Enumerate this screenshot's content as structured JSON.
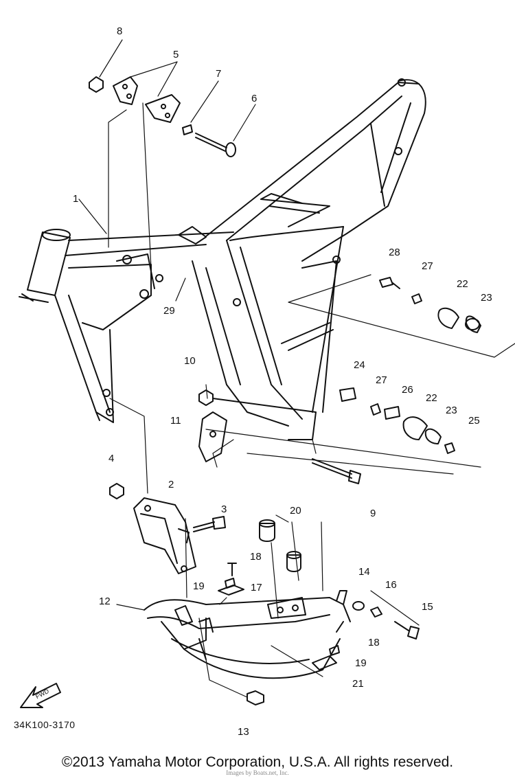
{
  "diagram": {
    "drawing_code": "34K100-3170",
    "fwd_label": "FWD",
    "labels": [
      {
        "id": "label-8",
        "text": "8"
      },
      {
        "id": "label-5",
        "text": "5"
      },
      {
        "id": "label-7",
        "text": "7"
      },
      {
        "id": "label-6",
        "text": "6"
      },
      {
        "id": "label-1",
        "text": "1"
      },
      {
        "id": "label-29",
        "text": "29"
      },
      {
        "id": "label-28",
        "text": "28"
      },
      {
        "id": "label-27a",
        "text": "27"
      },
      {
        "id": "label-22a",
        "text": "22"
      },
      {
        "id": "label-23a",
        "text": "23"
      },
      {
        "id": "label-24",
        "text": "24"
      },
      {
        "id": "label-27b",
        "text": "27"
      },
      {
        "id": "label-26",
        "text": "26"
      },
      {
        "id": "label-22b",
        "text": "22"
      },
      {
        "id": "label-23b",
        "text": "23"
      },
      {
        "id": "label-25",
        "text": "25"
      },
      {
        "id": "label-10",
        "text": "10"
      },
      {
        "id": "label-11",
        "text": "11"
      },
      {
        "id": "label-4",
        "text": "4"
      },
      {
        "id": "label-2",
        "text": "2"
      },
      {
        "id": "label-3",
        "text": "3"
      },
      {
        "id": "label-20",
        "text": "20"
      },
      {
        "id": "label-9",
        "text": "9"
      },
      {
        "id": "label-18a",
        "text": "18"
      },
      {
        "id": "label-19a",
        "text": "19"
      },
      {
        "id": "label-17",
        "text": "17"
      },
      {
        "id": "label-14",
        "text": "14"
      },
      {
        "id": "label-16",
        "text": "16"
      },
      {
        "id": "label-15",
        "text": "15"
      },
      {
        "id": "label-12",
        "text": "12"
      },
      {
        "id": "label-18b",
        "text": "18"
      },
      {
        "id": "label-19b",
        "text": "19"
      },
      {
        "id": "label-21",
        "text": "21"
      },
      {
        "id": "label-13",
        "text": "13"
      }
    ]
  },
  "footer": {
    "copyright": "©2013 Yamaha Motor Corporation, U.S.A. All rights reserved.",
    "watermark": "Images by Boats.net, Inc."
  }
}
